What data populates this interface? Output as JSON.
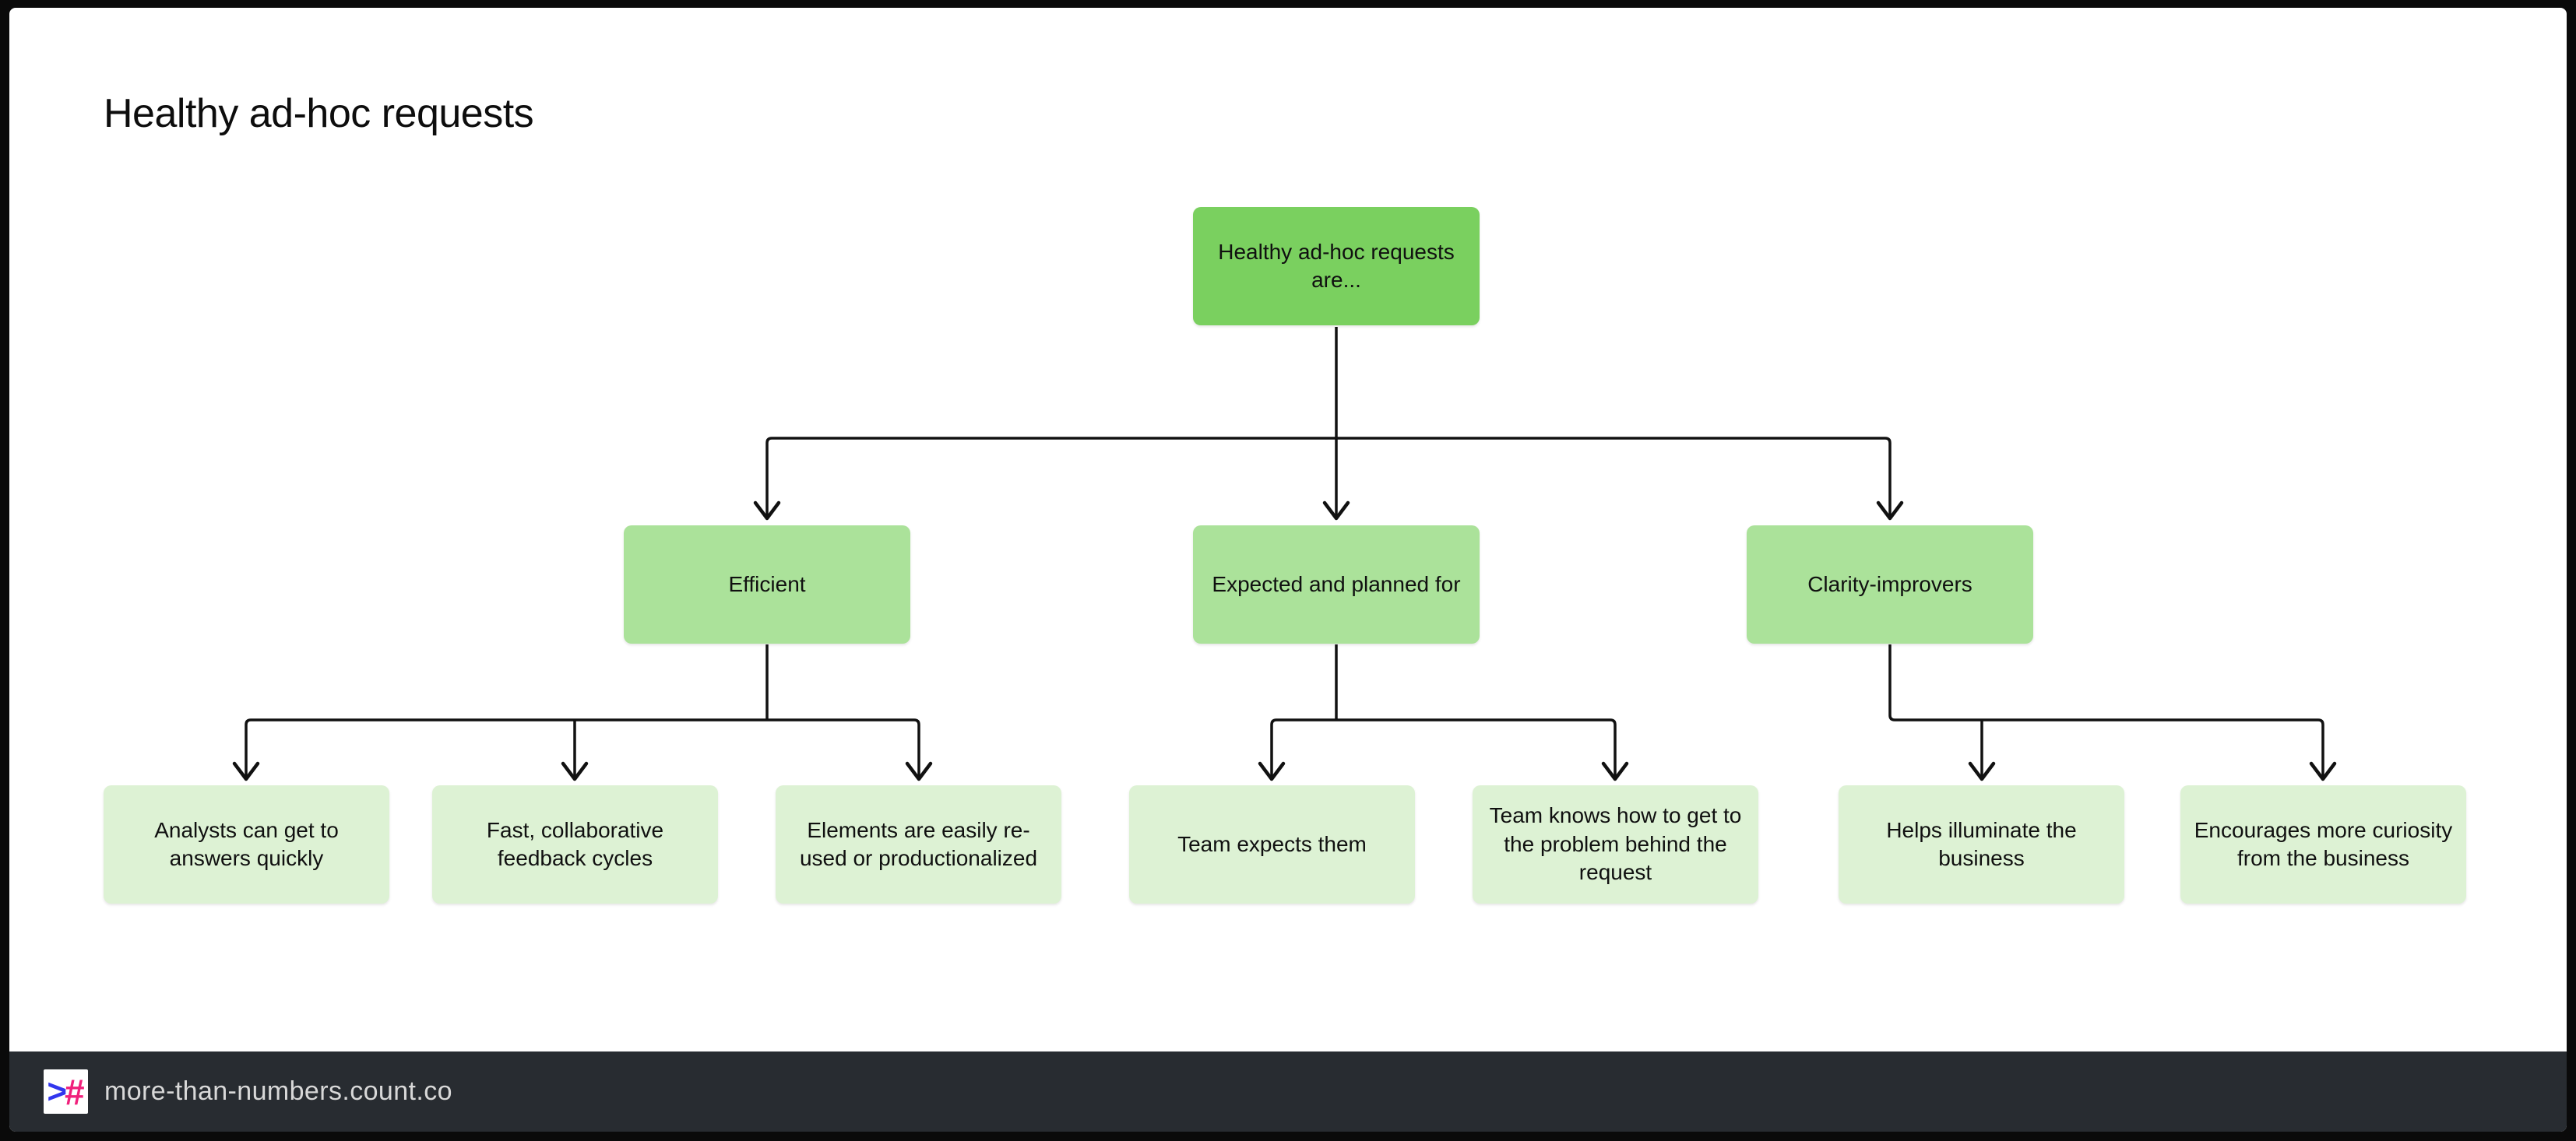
{
  "header": {
    "title": "Healthy ad-hoc requests"
  },
  "diagram": {
    "root": {
      "label": "Healthy ad-hoc requests are..."
    },
    "branches": [
      {
        "label": "Efficient",
        "children": [
          "Analysts can get to answers quickly",
          "Fast, collaborative feedback cycles",
          "Elements are easily re-used or productionalized"
        ]
      },
      {
        "label": "Expected and planned for",
        "children": [
          "Team expects them",
          "Team knows how to get to the problem behind the request"
        ]
      },
      {
        "label": "Clarity-improvers",
        "children": [
          "Helps illuminate the business",
          "Encourages more curiosity from the business"
        ]
      }
    ]
  },
  "footer": {
    "url": "more-than-numbers.count.co",
    "logo_gt": ">",
    "logo_hash": "#"
  },
  "colors": {
    "root_node_fill": "#7ad05f",
    "branch_node_fill": "#abe29a",
    "leaf_node_fill": "#ddf2d4",
    "connector": "#111111",
    "canvas_bg": "#ffffff",
    "frame_bg": "#0a0a0a",
    "footer_bg": "#282c31",
    "footer_text": "#d8d8d8",
    "logo_gt_color": "#3236ee",
    "logo_hash_color": "#f0217c"
  }
}
